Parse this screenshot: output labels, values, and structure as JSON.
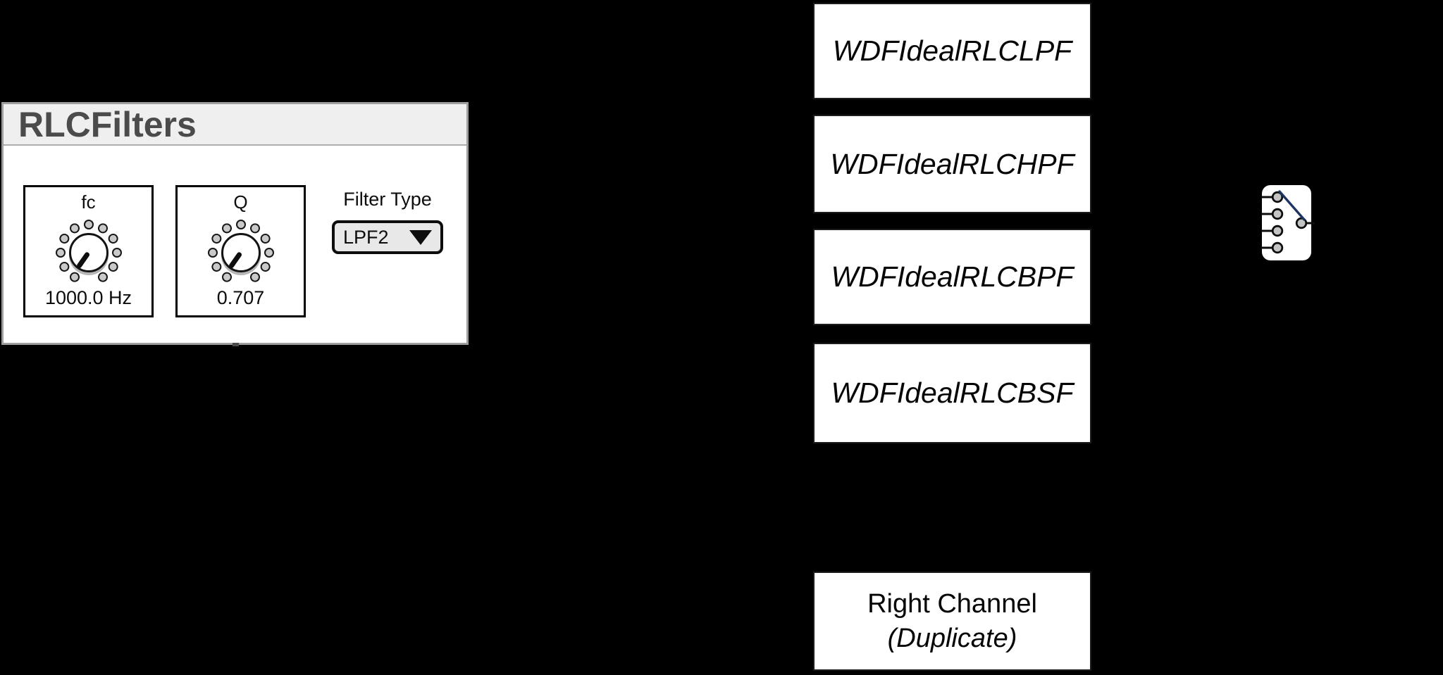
{
  "panel": {
    "title": "RLCFilters",
    "knobs": [
      {
        "label": "fc",
        "value": "1000.0 Hz"
      },
      {
        "label": "Q",
        "value": "0.707"
      }
    ],
    "filter_type": {
      "label": "Filter Type",
      "selected": "LPF2"
    }
  },
  "diagram": {
    "filter_blocks": [
      "WDFIdealRLCLPF",
      "WDFIdealRLCHPF",
      "WDFIdealRLCBPF",
      "WDFIdealRLCBSF"
    ],
    "right_channel": {
      "line1": "Right Channel",
      "line2": "(Duplicate)"
    }
  },
  "colors": {
    "background": "#000000",
    "switch_wire_accent": "#1e3563",
    "panel_title_text": "#4b4b4b",
    "panel_titlebar_bg": "#efefef",
    "knob_dot_gray": "#c9c9c9",
    "dropdown_bg": "#e8e8e8"
  }
}
